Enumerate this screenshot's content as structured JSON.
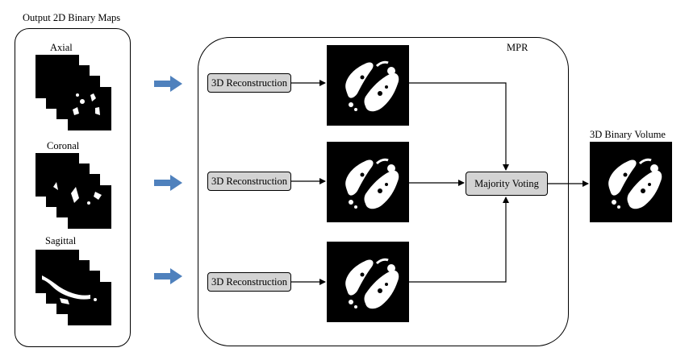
{
  "left_panel": {
    "title": "Output 2D Binary Maps",
    "views": [
      "Axial",
      "Coronal",
      "Sagittal"
    ]
  },
  "mpr": {
    "label": "MPR",
    "reconstruction_label": "3D Reconstruction",
    "voting_label": "Majority Voting"
  },
  "output": {
    "title": "3D Binary Volume"
  },
  "colors": {
    "box_fill": "#d3d3d3",
    "arrow_fill": "#4f81bd",
    "image_bg": "#000000",
    "mask": "#ffffff"
  }
}
